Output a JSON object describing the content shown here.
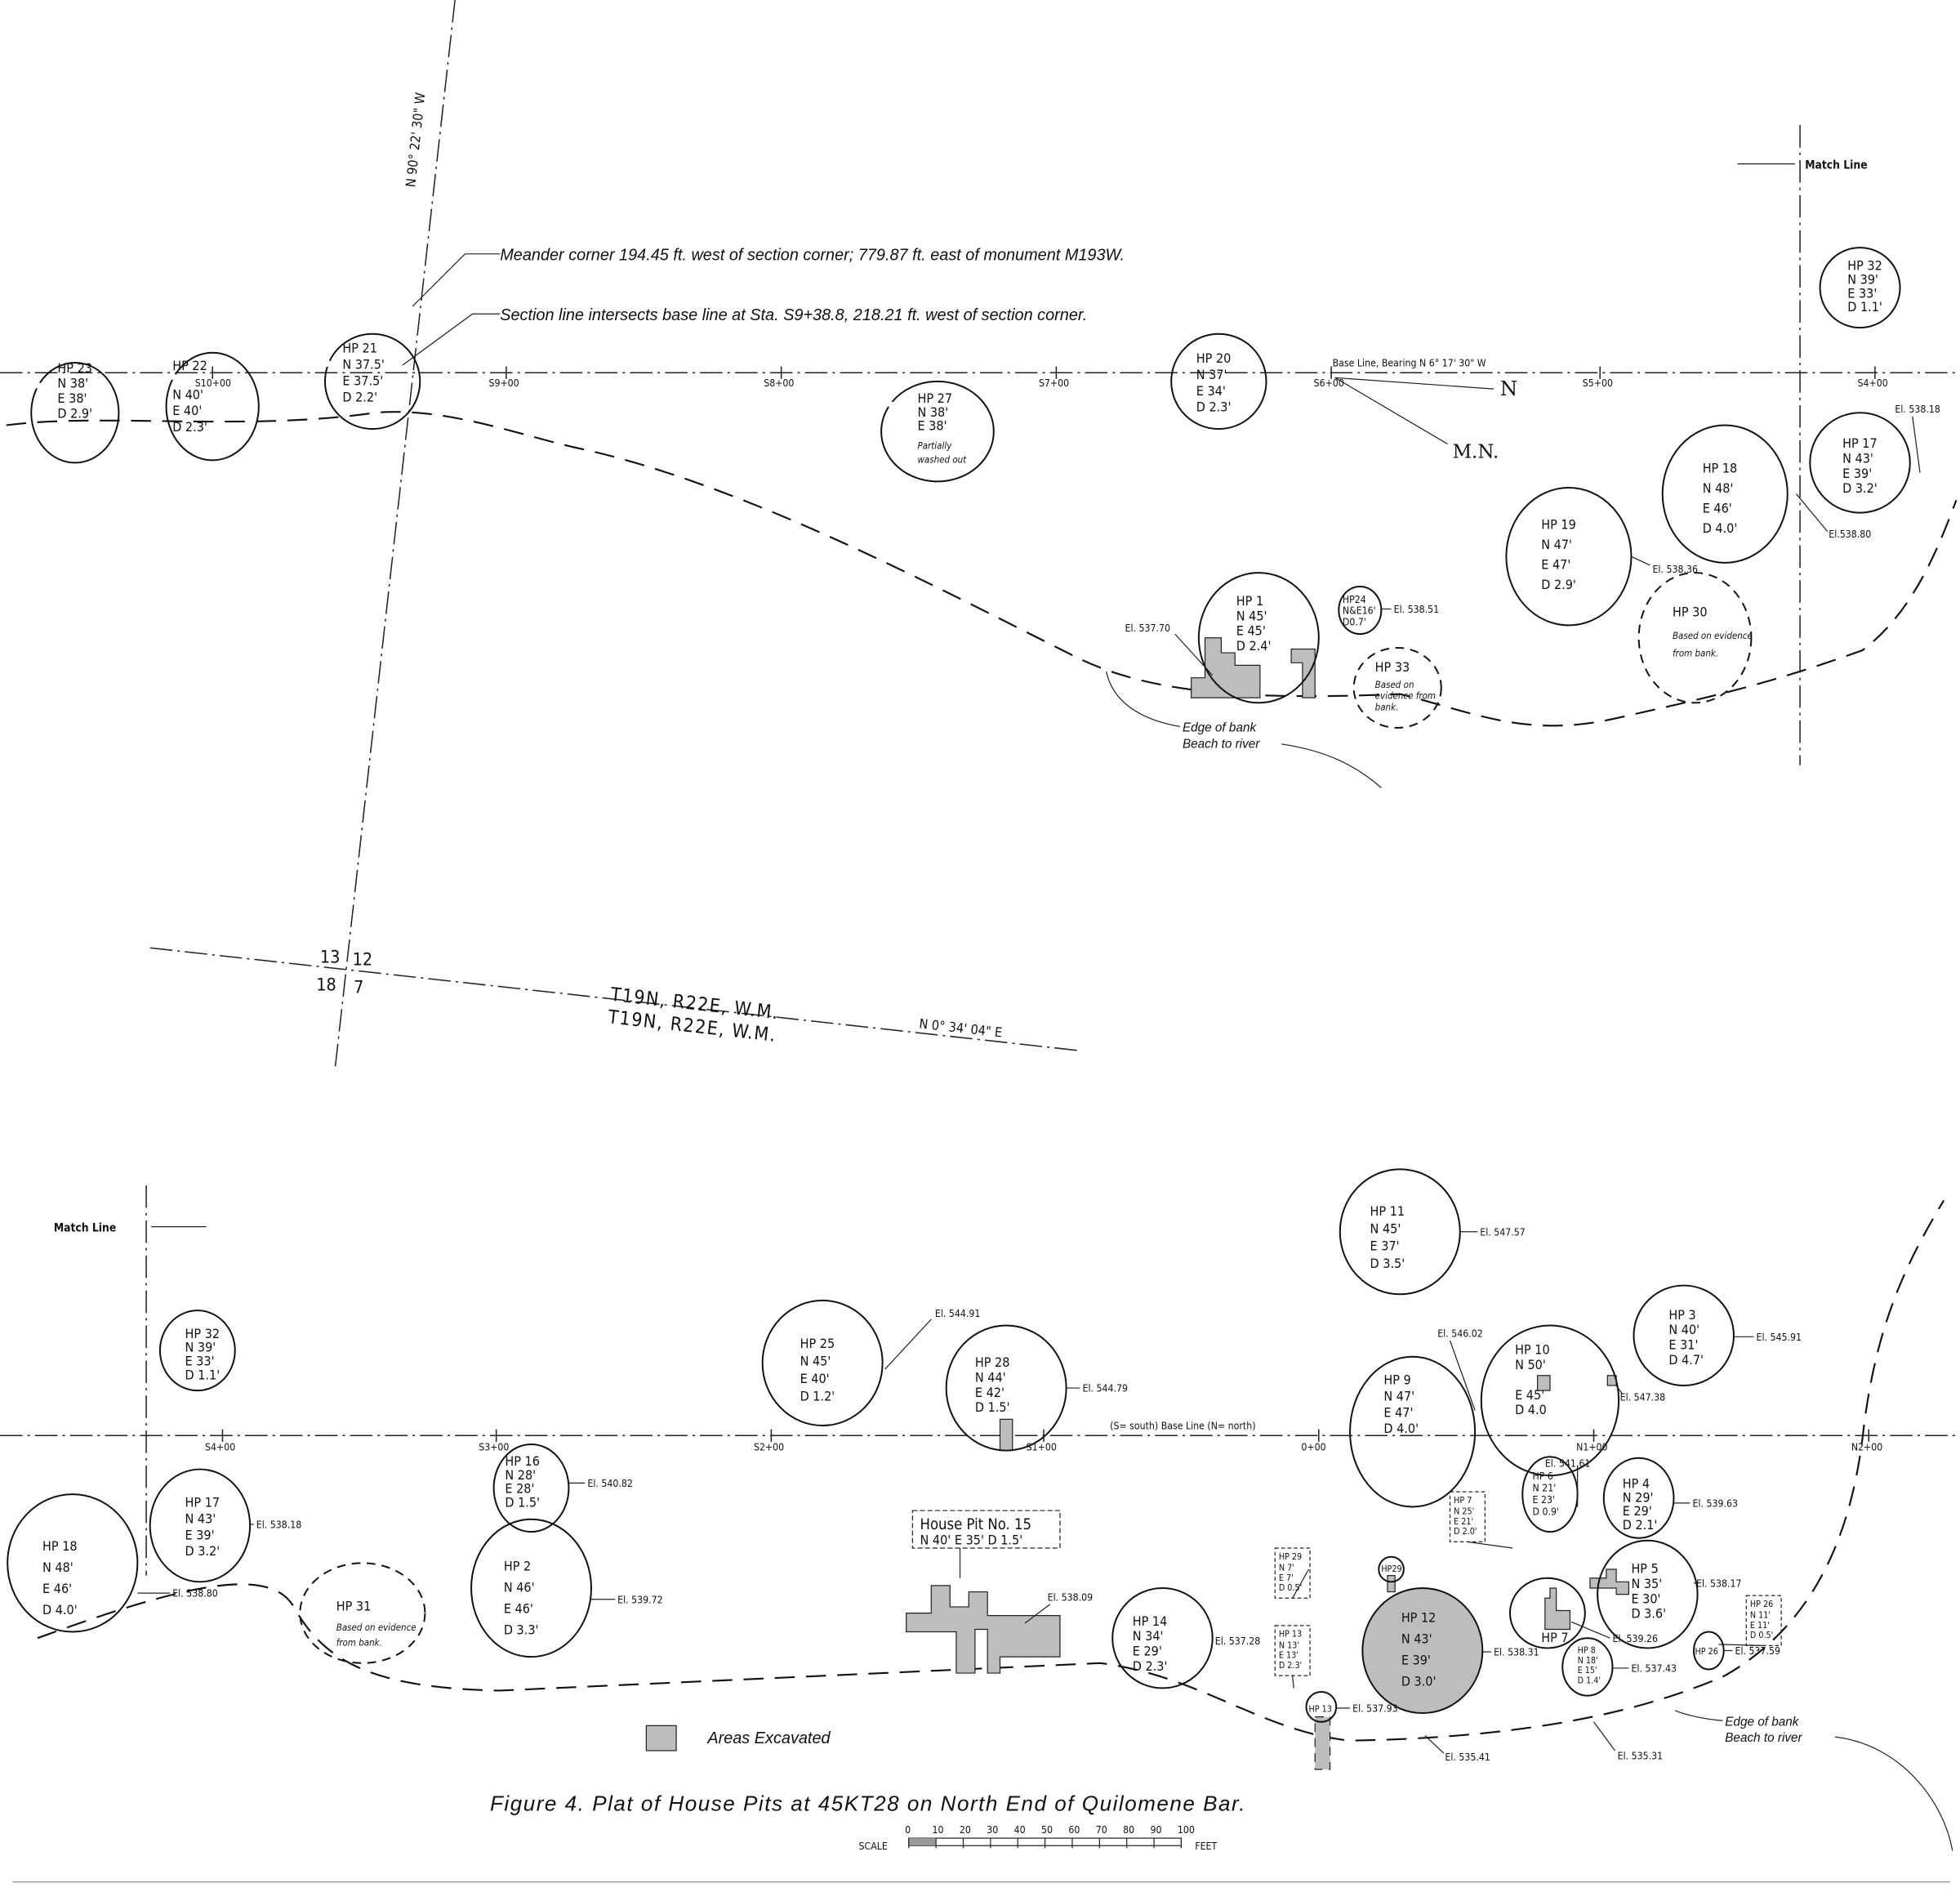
{
  "title": "Figure 4.   Plat of House Pits at 45KT28 on North End of Quilomene Bar.",
  "annotations": {
    "meander": "Meander corner 194.45 ft. west of section corner;  779.87 ft. east of monument M193W.",
    "section_line": "Section line intersects base line at Sta. S9+38.8,  218.21 ft. west of section corner.",
    "section_bearing": "N 90° 22' 30\" W",
    "base_line_top": "Base Line,  Bearing  N 6° 17' 30\" W",
    "base_line_bottom": "(S= south) Base Line (N= north)",
    "north": "N",
    "magnetic_north": "M.N.",
    "match_line": "Match Line",
    "edge_of_bank": "Edge of bank",
    "beach_to_river": "Beach to river",
    "sections": [
      "13",
      "12",
      "18",
      "7"
    ],
    "township_1": "T19N, R22E,  W.M.",
    "township_2": "T19N, R22E,  W.M.",
    "township_bearing": "N 0° 34' 04\" E",
    "el_535_41": "El. 535.41",
    "el_535_31": "El. 535.31"
  },
  "stations_top": [
    "S10+00",
    "S9+00",
    "S8+00",
    "S7+00",
    "S6+00",
    "S5+00",
    "S4+00"
  ],
  "stations_bottom": [
    "S4+00",
    "S3+00",
    "S2+00",
    "S1+00",
    "0+00",
    "N1+00",
    "N2+00"
  ],
  "top_pits": [
    {
      "label": "HP 23",
      "lines": [
        "N  38'",
        "E  38'",
        "D    2.9'"
      ],
      "el": ""
    },
    {
      "label": "HP 22",
      "lines": [
        "N  40'",
        "E  40'",
        "D    2.3'"
      ],
      "el": ""
    },
    {
      "label": "HP 21",
      "lines": [
        "N  37.5'",
        "E  37.5'",
        "D    2.2'"
      ],
      "el": ""
    },
    {
      "label": "HP 27",
      "lines": [
        "N  38'",
        "E  38'",
        "Partially",
        "washed out"
      ],
      "el": ""
    },
    {
      "label": "HP 20",
      "lines": [
        "N  37'",
        "E  34'",
        "D    2.3'"
      ],
      "el": ""
    },
    {
      "label": "HP 32",
      "lines": [
        "N  39'",
        "E  33'",
        "D    1.1'"
      ],
      "el": ""
    },
    {
      "label": "HP 17",
      "lines": [
        "N  43'",
        "E  39'",
        "D    3.2'"
      ],
      "el": "El. 538.18"
    },
    {
      "label": "HP 18",
      "lines": [
        "N  48'",
        "E  46'",
        "D    4.0'"
      ],
      "el": "El.538.80"
    },
    {
      "label": "HP 19",
      "lines": [
        "N  47'",
        "E  47'",
        "D    2.9'"
      ],
      "el": "El. 538.36"
    },
    {
      "label": "HP 30",
      "lines": [
        "Based on evidence",
        "from bank."
      ],
      "el": ""
    },
    {
      "label": "HP 1",
      "lines": [
        "N 45'",
        "E  45'",
        "D  2.4'"
      ],
      "el": "El. 537.70"
    },
    {
      "label": "HP24",
      "lines": [
        "N&E16'",
        "D0.7'"
      ],
      "el": "El. 538.51"
    },
    {
      "label": "HP 33",
      "lines": [
        "Based on",
        "evidence from",
        "bank."
      ],
      "el": ""
    }
  ],
  "bottom_pits": [
    {
      "label": "HP 11",
      "lines": [
        "N  45'",
        "E  37'",
        "D    3.5'"
      ],
      "el": "El. 547.57"
    },
    {
      "label": "HP 32",
      "lines": [
        "N  39'",
        "E  33'",
        "D    1.1'"
      ],
      "el": ""
    },
    {
      "label": "HP 25",
      "lines": [
        "N  45'",
        "E  40'",
        "D    1.2'"
      ],
      "el": "El. 544.91"
    },
    {
      "label": "HP 28",
      "lines": [
        "N  44'",
        "E  42'",
        "D    1.5'"
      ],
      "el": "El. 544.79"
    },
    {
      "label": "HP 9",
      "lines": [
        "N  47'",
        "E  47'",
        "D    4.0'"
      ],
      "el": "El. 546.02"
    },
    {
      "label": "HP 10",
      "lines": [
        "N   50'",
        "",
        "E   45'",
        "D    4.0"
      ],
      "el": "El. 547.38"
    },
    {
      "label": "HP 3",
      "lines": [
        "N  40'",
        "E  31'",
        "D    4.7'"
      ],
      "el": "El. 545.91"
    },
    {
      "label": "HP 16",
      "lines": [
        "N  28'",
        "E  28'",
        "D    1.5'"
      ],
      "el": "El. 540.82"
    },
    {
      "label": "HP 17",
      "lines": [
        "N  43'",
        "E  39'",
        "D    3.2'"
      ],
      "el": "El. 538.18"
    },
    {
      "label": "HP 18",
      "lines": [
        "N  48'",
        "E  46'",
        "D    4.0'"
      ],
      "el": "El. 538.80"
    },
    {
      "label": "HP 31",
      "lines": [
        "Based on evidence",
        "from bank."
      ],
      "el": ""
    },
    {
      "label": "HP 2",
      "lines": [
        "N  46'",
        "E  46'",
        "D    3.3'"
      ],
      "el": "El. 539.72"
    },
    {
      "label": "HP 14",
      "lines": [
        "N  34'",
        "E  29'",
        "D    2.3'"
      ],
      "el": "El. 537.28"
    },
    {
      "label": "HP 12",
      "lines": [
        "N  43'",
        "E  39'",
        "D    3.0'"
      ],
      "el": "El. 538.31"
    },
    {
      "label": "HP 6",
      "lines": [
        "N 21'",
        "E 23'",
        "D 0.9'"
      ],
      "el": "El. 541.61"
    },
    {
      "label": "HP 4",
      "lines": [
        "N  29'",
        "E  29'",
        "D    2.1'"
      ],
      "el": "El. 539.63"
    },
    {
      "label": "HP 5",
      "lines": [
        "N  35'",
        "E  30'",
        "D    3.6'"
      ],
      "el": "El. 538.17"
    },
    {
      "label": "HP 8",
      "lines": [
        "N 18'",
        "E 15'",
        "D 1.4'"
      ],
      "el": "El. 537.43"
    },
    {
      "label": "HP 7",
      "lines": [],
      "el": "El. 539.26"
    },
    {
      "label": "HP 13",
      "lines": [],
      "el": "El. 537.93"
    },
    {
      "label": "HP29",
      "lines": [],
      "el": ""
    },
    {
      "label": "HP 26",
      "lines": [],
      "el": "El. 537.59"
    },
    {
      "label": "",
      "lines": [],
      "el": "El. 538.09"
    }
  ],
  "boxes": [
    {
      "label": "HP  7",
      "lines": [
        "N  25'",
        "E  21'",
        "D   2.0'"
      ]
    },
    {
      "label": "HP 29",
      "lines": [
        "N  7'",
        "E  7'",
        "D  0.5'"
      ]
    },
    {
      "label": "HP 13",
      "lines": [
        "N 13'",
        "E 13'",
        "D  2.3'"
      ]
    },
    {
      "label": "HP 26",
      "lines": [
        "N  11'",
        "E  11'",
        "D   0.5'"
      ]
    }
  ],
  "house_pit_15": {
    "title": "House Pit No. 15",
    "values": "N 40'   E 35'  D 1.5'"
  },
  "legend": {
    "label": "Areas Excavated"
  },
  "scale": {
    "label": "SCALE",
    "unit": "FEET",
    "ticks": [
      "0",
      "10",
      "20",
      "30",
      "40",
      "50",
      "60",
      "70",
      "80",
      "90",
      "100"
    ]
  }
}
